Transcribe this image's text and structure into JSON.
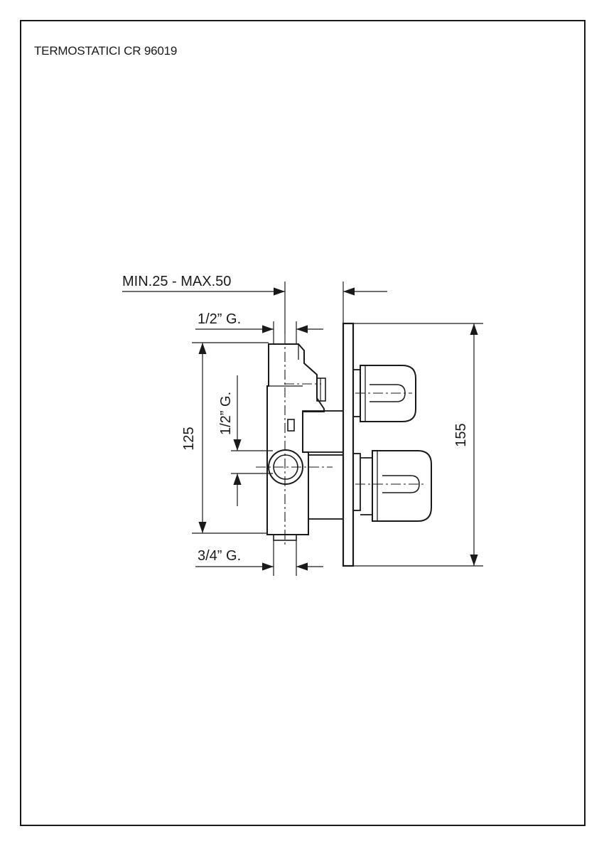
{
  "sheet": {
    "title": "TERMOSTATICI CR 96019"
  },
  "dimensions": {
    "wall_depth": "MIN.25 - MAX.50",
    "inlet_top": "1/2” G.",
    "inlet_side": "1/2” G.",
    "outlet_bottom": "3/4” G.",
    "body_height": "125",
    "plate_height": "155"
  },
  "colors": {
    "ink": "#1a1a1a",
    "paper": "#ffffff"
  }
}
